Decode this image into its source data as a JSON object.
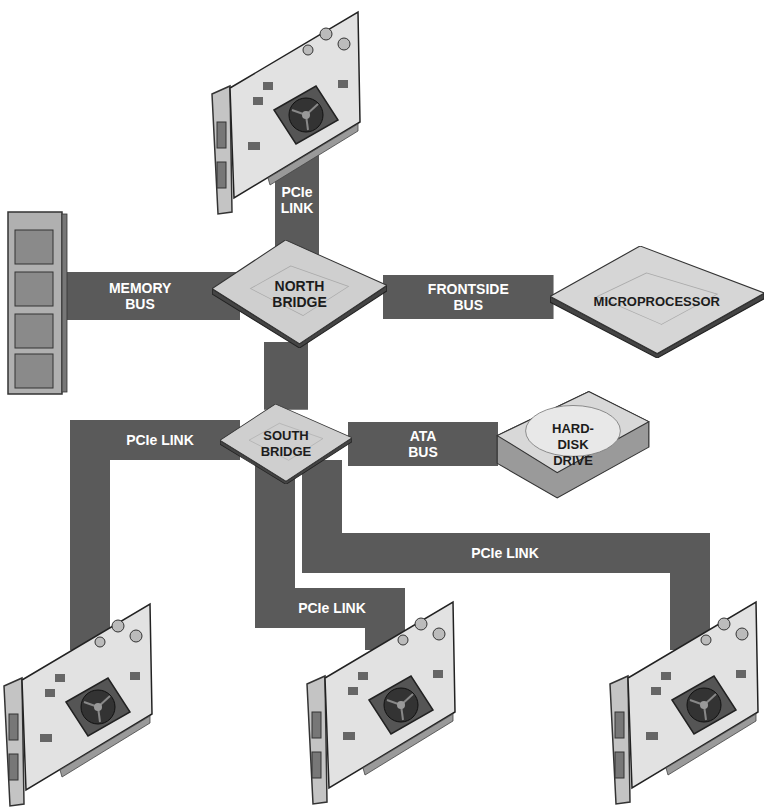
{
  "diagram": {
    "nodes": [
      {
        "text": [
          "NORTH BRIDGE"
        ]
      },
      {
        "text": [
          "MICROPROCESSOR"
        ]
      },
      {
        "text": [
          "SOUTH BRIDGE"
        ]
      },
      {
        "text": [
          "HARD-DISK DRIVE"
        ]
      }
    ],
    "edges": [
      {
        "from": 0,
        "to": 1,
        "label": "FRONTSIDE BUS",
        "arrow": "none"
      },
      {
        "from": 0,
        "to": 2,
        "arrow": "none"
      },
      {
        "from": 2,
        "to": 3,
        "label": "ATA BUS",
        "arrow": "none"
      }
    ],
    "labels": [
      "PCIe LINK",
      "MEMORY BUS",
      "PCIe LINK",
      "PCIe LINK",
      "PCIe LINK"
    ]
  }
}
